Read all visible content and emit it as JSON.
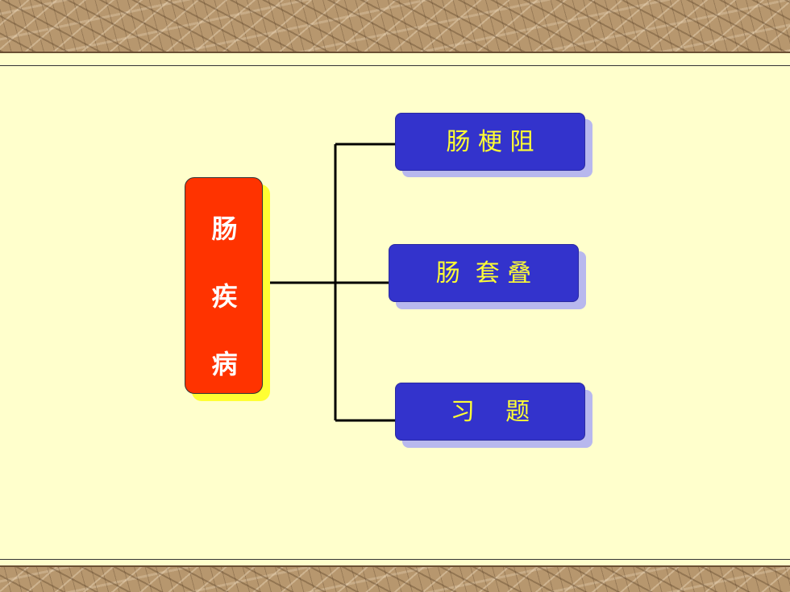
{
  "root": {
    "label_chars": [
      "肠",
      "疾",
      "病"
    ],
    "fill_color": "#ff3300",
    "shadow_color": "#ffff33",
    "text_color": "#ffffff"
  },
  "children": [
    {
      "label": "肠 梗 阻"
    },
    {
      "label": "肠  套 叠"
    },
    {
      "label": "习    题"
    }
  ],
  "colors": {
    "background": "#ffffcc",
    "child_fill": "#3333cc",
    "child_shadow": "#b8b8ee",
    "child_text": "#ffff33",
    "connector": "#000000"
  }
}
